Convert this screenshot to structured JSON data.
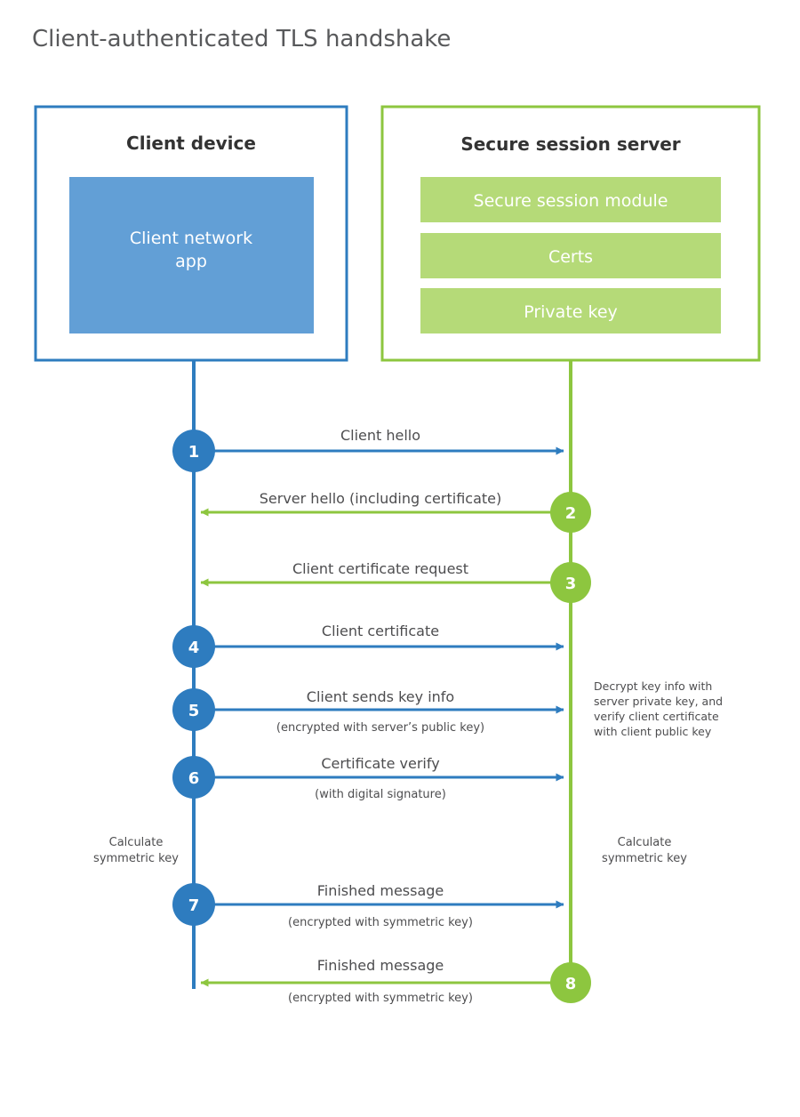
{
  "title": "Client-authenticated TLS handshake",
  "colors": {
    "client_blue": "#2E7CBF",
    "client_fill": "#629FD6",
    "server_green": "#8DC63F",
    "server_fill": "#B5DA78",
    "title_gray": "#58595b",
    "text_gray": "#4d4d4f",
    "heading_dark": "#333333",
    "background": "#ffffff"
  },
  "client_box": {
    "title": "Client device",
    "inner_label_line1": "Client network",
    "inner_label_line2": "app"
  },
  "server_box": {
    "title": "Secure session server",
    "items": [
      {
        "label": "Secure session module"
      },
      {
        "label": "Certs"
      },
      {
        "label": "Private key"
      }
    ]
  },
  "steps": [
    {
      "number": "1",
      "label": "Client hello",
      "sublabel": "",
      "direction": "client-to-server",
      "actor": "client"
    },
    {
      "number": "2",
      "label": "Server hello (including certificate)",
      "sublabel": "",
      "direction": "server-to-client",
      "actor": "server"
    },
    {
      "number": "3",
      "label": "Client certificate request",
      "sublabel": "",
      "direction": "server-to-client",
      "actor": "server"
    },
    {
      "number": "4",
      "label": "Client certificate",
      "sublabel": "",
      "direction": "client-to-server",
      "actor": "client"
    },
    {
      "number": "5",
      "label": "Client sends key info",
      "sublabel": "(encrypted with server’s public key)",
      "direction": "client-to-server",
      "actor": "client"
    },
    {
      "number": "6",
      "label": "Certificate verify",
      "sublabel": "(with digital signature)",
      "direction": "client-to-server",
      "actor": "client"
    },
    {
      "number": "7",
      "label": "Finished message",
      "sublabel": "(encrypted with symmetric key)",
      "direction": "client-to-server",
      "actor": "client"
    },
    {
      "number": "8",
      "label": "Finished message",
      "sublabel": "(encrypted with symmetric key)",
      "direction": "server-to-client",
      "actor": "server"
    }
  ],
  "notes": {
    "server_decrypt": {
      "line1": "Decrypt key info with",
      "line2": "server private key, and",
      "line3": "verify client certificate",
      "line4": "with client public key"
    },
    "client_calc": {
      "line1": "Calculate",
      "line2": "symmetric key"
    },
    "server_calc": {
      "line1": "Calculate",
      "line2": "symmetric key"
    }
  }
}
